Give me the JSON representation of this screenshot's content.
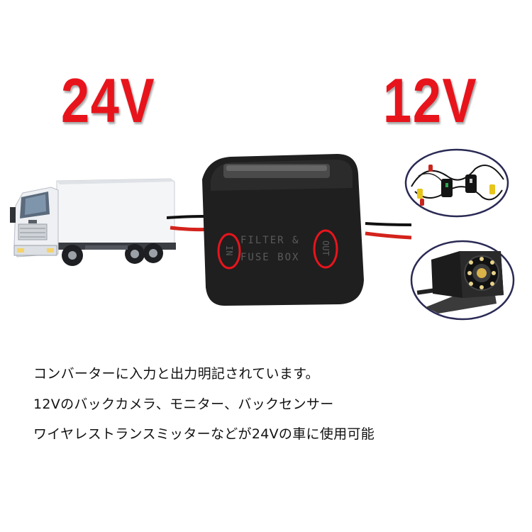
{
  "labels": {
    "input_voltage": "24V",
    "output_voltage": "12V",
    "box_text_line1": "FILTER &",
    "box_text_line2": "FUSE BOX",
    "box_in_label": "IN",
    "box_out_label": "OUT"
  },
  "description": {
    "line1": "コンバーターに入力と出力明記されています。",
    "line2": "12Vのバックカメラ、モニター、バックセンサー",
    "line3": "ワイヤレストランスミッターなどが24Vの車に使用可能"
  },
  "colors": {
    "voltage_label": "#e8141c",
    "highlight_circle": "#e8141c",
    "box_body": "#1f1f1f",
    "oval_border": "#2a2a55"
  },
  "icons": [
    "truck-image",
    "filter-fuse-box-image",
    "wireless-transmitter-image",
    "backup-camera-image"
  ]
}
